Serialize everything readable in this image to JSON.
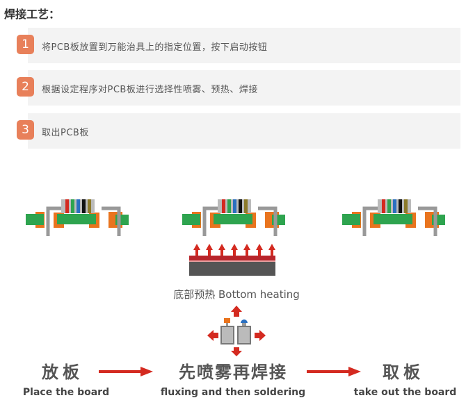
{
  "title": "焊接工艺：",
  "steps": [
    {
      "num": "1",
      "text": "将PCB板放置到万能治具上的指定位置，按下启动按钮"
    },
    {
      "num": "2",
      "text": "根据设定程序对PCB板进行选择性喷雾、预热、焊接"
    },
    {
      "num": "3",
      "text": "取出PCB板"
    }
  ],
  "diagram": {
    "heating_caption": "底部预热  Bottom heating",
    "stages": [
      {
        "cn": "放板",
        "en": "Place the board"
      },
      {
        "cn": "先喷雾再焊接",
        "en": "fluxing and then soldering"
      },
      {
        "cn": "取板",
        "en": "take out the board"
      }
    ]
  },
  "colors": {
    "badge": "#e8805a",
    "row_bg": "#f3f3f3",
    "arrow": "#d42a20"
  }
}
